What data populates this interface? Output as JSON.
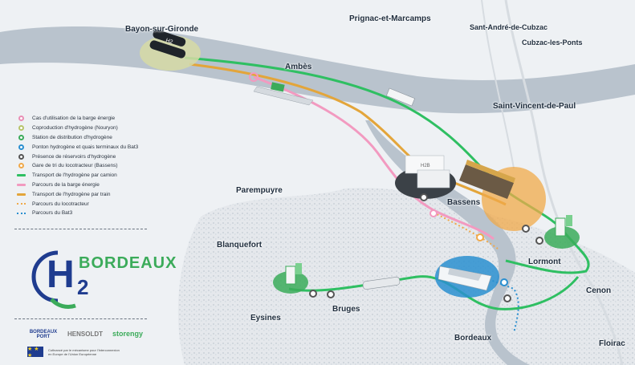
{
  "title": "H2 BORDEAUX",
  "logo": {
    "h": "H",
    "sub": "2",
    "word": "BORDEAUX"
  },
  "places": {
    "bayon": "Bayon-sur-Gironde",
    "prignac": "Prignac-et-Marcamps",
    "sant_andre": "Sant-André-de-Cubzac",
    "cubzac": "Cubzac-les-Ponts",
    "ambes": "Ambès",
    "st_vincent": "Saint-Vincent-de-Paul",
    "parempuyre": "Parempuyre",
    "bassens": "Bassens",
    "blanquefort": "Blanquefort",
    "lormont": "Lormont",
    "cenon": "Cenon",
    "eysines": "Eysines",
    "bruges": "Bruges",
    "bordeaux": "Bordeaux",
    "floirac": "Floirac"
  },
  "legend": [
    {
      "label": "Cas d'utilisation de la barge énergie",
      "kind": "dot",
      "color": "#e98fb5"
    },
    {
      "label": "Coproduction d'hydrogène (Nouryon)",
      "kind": "dot",
      "color": "#b7c46a"
    },
    {
      "label": "Station de distribution d'hydrogène",
      "kind": "dot",
      "color": "#3bab5a"
    },
    {
      "label": "Ponton hydrogène et quais terminaux du Bat3",
      "kind": "dot",
      "color": "#2a8fd0"
    },
    {
      "label": "Présence de réservoirs d'hydrogène",
      "kind": "dot",
      "color": "#555555"
    },
    {
      "label": "Gare de tri du locotracteur (Bassens)",
      "kind": "dot",
      "color": "#f0a94a"
    },
    {
      "label": "Transport de l'hydrogène par camion",
      "kind": "line",
      "color": "#2fbf62"
    },
    {
      "label": "Parcours de la barge énergie",
      "kind": "line",
      "color": "#f29ac0"
    },
    {
      "label": "Transport de l'hydrogène par train",
      "kind": "line",
      "color": "#e3a53a"
    },
    {
      "label": "Parcours du locotracteur",
      "kind": "dash",
      "color": "#f0a94a"
    },
    {
      "label": "Parcours du Bat3",
      "kind": "dash",
      "color": "#2a8fd0"
    }
  ],
  "partners": {
    "port": "BORDEAUX PORT",
    "hensoldt": "HENSOLDT",
    "storengy": "storengy"
  },
  "funding": {
    "flag": "★ ★ ★",
    "text": "Cofinancé par le mécanisme pour l'Interconnexion en Europe de l'Union Européenne"
  },
  "labels": {
    "tank_h2": "H2",
    "hub": "H2B"
  },
  "colors": {
    "truck_route": "#2fbf62",
    "barge_route": "#f29ac0",
    "train_route": "#e3a53a",
    "bat3": "#2a8fd0",
    "river": "#b9c3cd",
    "station": "#3bab5a"
  }
}
